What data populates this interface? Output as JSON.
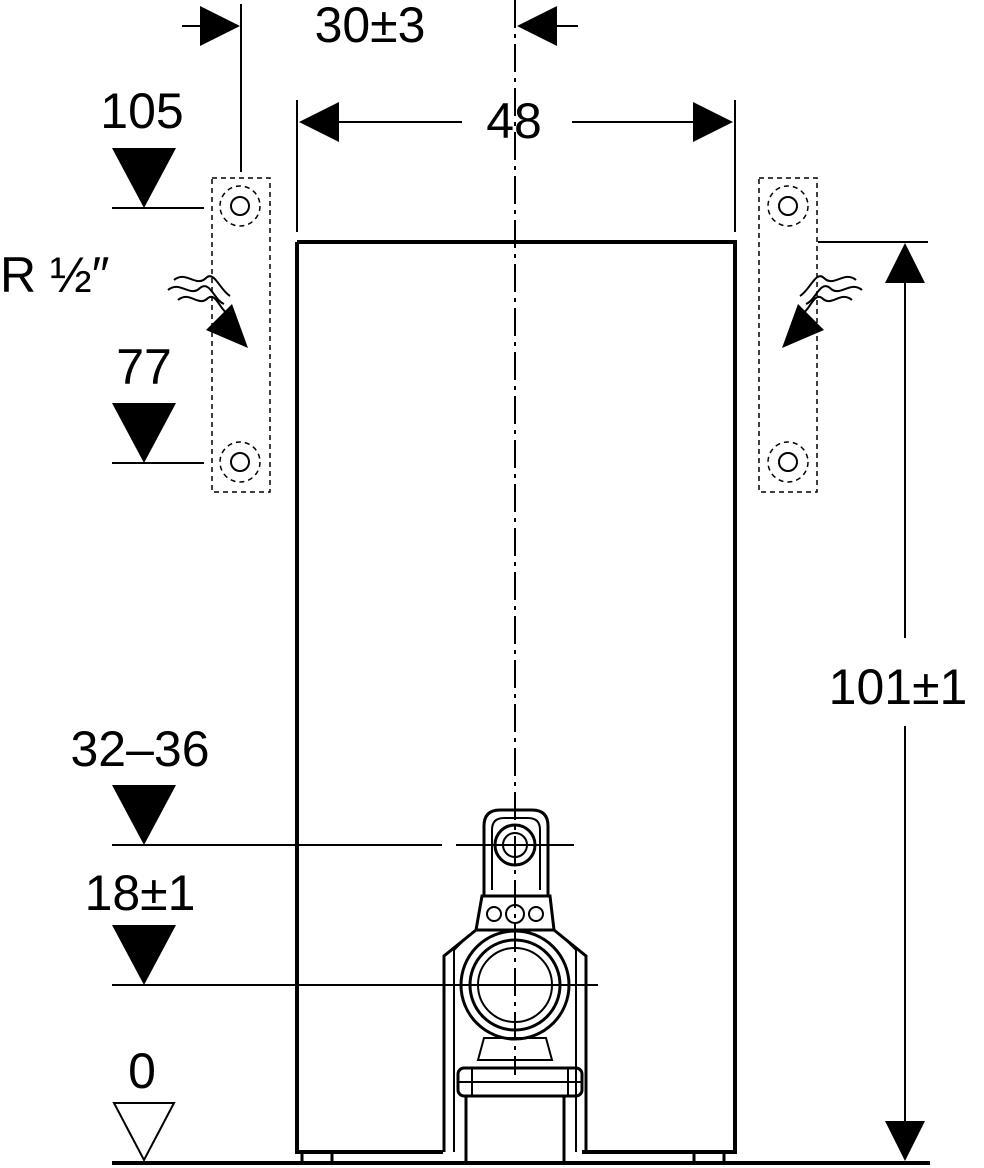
{
  "dimensions": {
    "offset_top": "30±3",
    "width": "48",
    "height": "101±1"
  },
  "connection": {
    "thread": "R ½″"
  },
  "levels": {
    "bracket_top": "105",
    "bracket_bottom": "77",
    "upper_outlet": "32–36",
    "lower_outlet": "18±1",
    "floor": "0"
  }
}
